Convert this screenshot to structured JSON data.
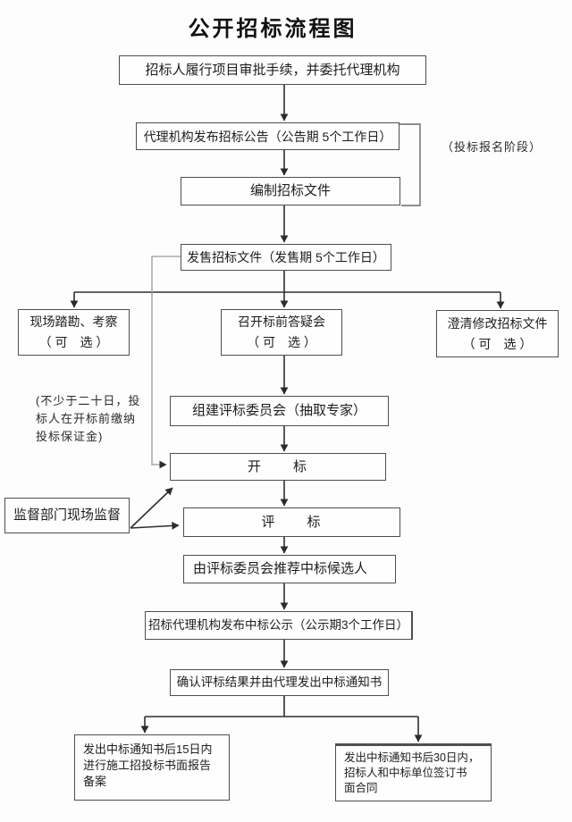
{
  "title": "公开招标流程图",
  "nodes": {
    "approval": {
      "label": "招标人履行项目审批手续，并委托代理机构"
    },
    "announce": {
      "label": "代理机构发布招标公告（公告期 5个工作日）"
    },
    "prepare": {
      "label": "编制招标文件"
    },
    "sell": {
      "label": "发售招标文件（发售期 5个工作日）"
    },
    "site_visit": {
      "label": "现场踏勘、考察\n（ 可　选 ）"
    },
    "qa_meeting": {
      "label": "召开标前答疑会\n（ 可　选 ）"
    },
    "clarify": {
      "label": "澄清修改招标文件\n（ 可　选 ）"
    },
    "committee": {
      "label": "组建评标委员会（抽取专家）"
    },
    "bid_opening": {
      "label": "开　　标"
    },
    "supervision": {
      "label": "监督部门现场监督"
    },
    "evaluation": {
      "label": "评　　标"
    },
    "recommend": {
      "label": "由评标委员会推荐中标候选人"
    },
    "publicity": {
      "label": "招标代理机构发布中标公示（公示期3个工作日）"
    },
    "confirm": {
      "label": "确认评标结果并由代理发出中标通知书"
    },
    "filing": {
      "label": "发出中标通知书后15日内\n进行施工招投标书面报告\n备案"
    },
    "contract": {
      "label": "发出中标通知书后30日内，\n招标人和中标单位签订书\n面合同"
    }
  },
  "annotations": {
    "registration_stage": "（投标报名阶段）",
    "deposit_note": "(不少于二十日，投\n标人在开标前缴纳\n投标保证金)"
  },
  "colors": {
    "background": "#fdfdfd",
    "box_border": "#4f4f4f",
    "flow_line": "#2e2e2e",
    "bypass_line": "#9a9a9a",
    "bracket_line": "#6a6a6a",
    "text": "#1d1d1d"
  }
}
